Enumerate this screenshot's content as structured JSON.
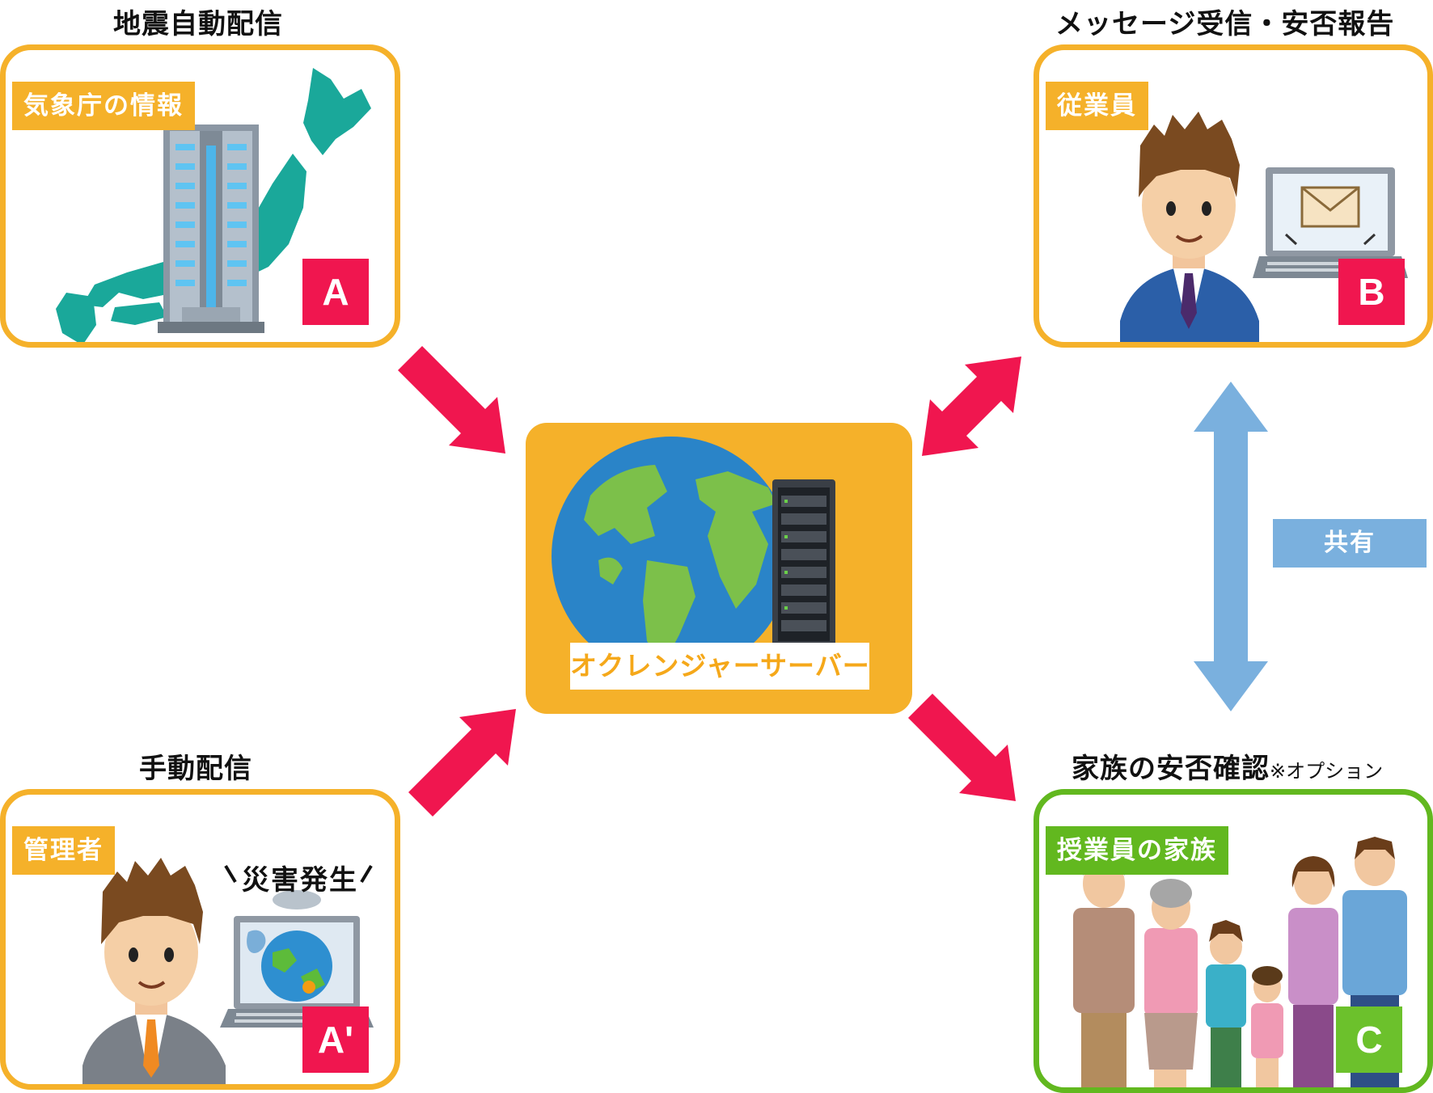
{
  "panels": {
    "a": {
      "title": "地震自動配信",
      "tag": "気象庁の情報",
      "badge": "A"
    },
    "a_prime": {
      "title": "手動配信",
      "tag": "管理者",
      "badge": "A'",
      "callout": "災害発生"
    },
    "b": {
      "title": "メッセージ受信・安否報告",
      "tag": "従業員",
      "badge": "B"
    },
    "c": {
      "title": "家族の安否確認",
      "title_note": "※オプション",
      "tag": "授業員の家族",
      "badge": "C"
    }
  },
  "center": {
    "label": "オクレンジャーサーバー"
  },
  "share_label": "共有",
  "colors": {
    "orange": "#f5b12a",
    "green": "#62b81f",
    "red": "#f0164f",
    "blue": "#7ab0de",
    "teal": "#1aa89a"
  }
}
